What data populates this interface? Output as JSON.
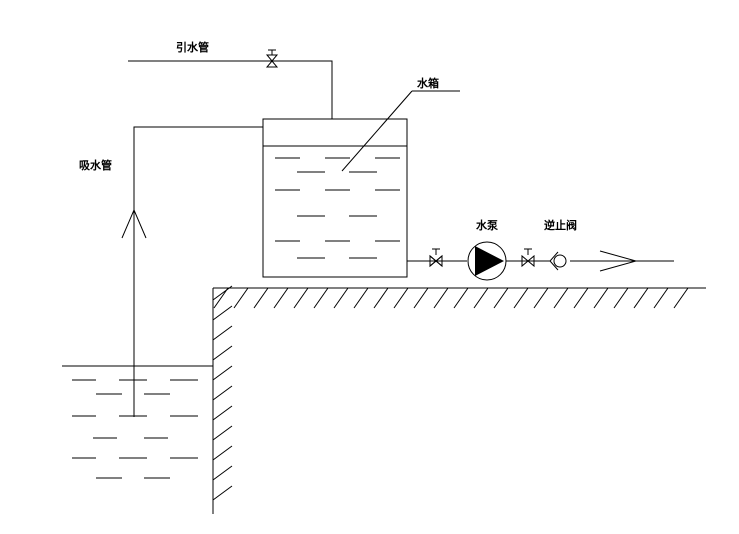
{
  "diagram": {
    "labels": {
      "priming_pipe": "引水管",
      "water_tank": "水箱",
      "suction_pipe": "吸水管",
      "pump": "水泵",
      "check_valve": "逆止阀"
    },
    "colors": {
      "stroke": "#000000",
      "background": "#ffffff"
    }
  }
}
